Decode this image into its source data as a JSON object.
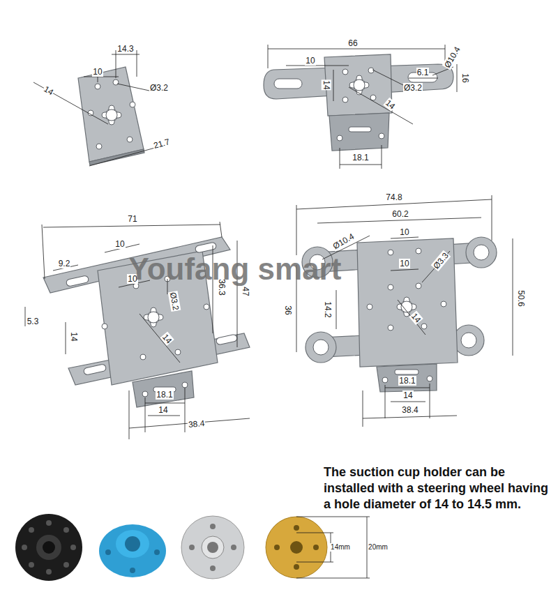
{
  "diagram": {
    "labels": [
      "14.3",
      "10",
      "14",
      "Ø3.2",
      "21.7",
      "66",
      "10",
      "6.1",
      "Ø10.4",
      "14",
      "Ø3.2",
      "16",
      "14",
      "18.1",
      "71",
      "10",
      "9.2",
      "10",
      "Ø3.2",
      "36.3",
      "47",
      "5.3",
      "14",
      "14",
      "18.1",
      "14",
      "38.4",
      "74.8",
      "60.2",
      "10",
      "Ø10.4",
      "10",
      "Ø3.3",
      "14.2",
      "36",
      "50.6",
      "14",
      "18.1",
      "14",
      "38.4",
      "Youfang smart",
      "The suction cup holder can be installed with a steering wheel having a hole diameter of 14 to 14.5 mm.",
      "14mm",
      "20mm"
    ]
  }
}
